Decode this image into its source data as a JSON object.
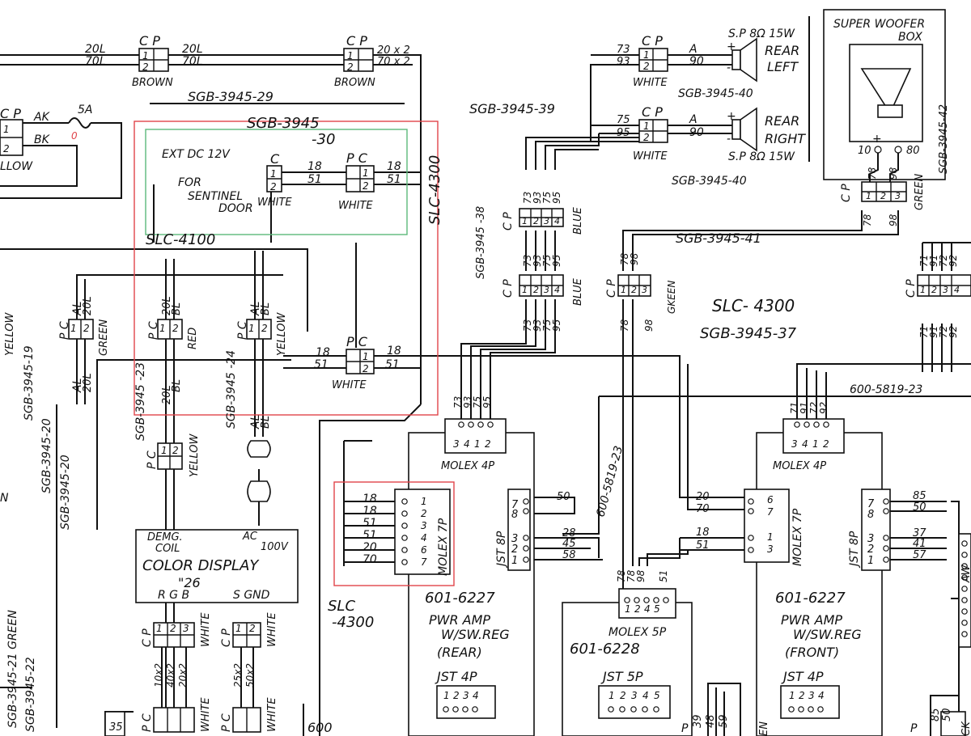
{
  "annotation_colors": {
    "red_box": "#e0454a",
    "green_box": "#5cb87a",
    "ink": "#111111"
  },
  "labels": {
    "cp": "C P",
    "pc": "P C",
    "c": "C",
    "p": "P",
    "w20L": "20L",
    "w70L": "70L",
    "w20x2": "20 x 2",
    "w70x2": "70 x 2",
    "brown": "BROWN",
    "white": "WHITE",
    "blue": "BLUE",
    "green": "GREEN",
    "gkeen": "GKEEN",
    "red": "RED",
    "yellow": "YELLOW",
    "yellow_cut": "LLOW",
    "w5a": "5A",
    "w0": "0",
    "ak": "AK",
    "bk": "BK",
    "al": "AL",
    "bl": "BL",
    "w18": "18",
    "w51": "51",
    "w20": "20",
    "w70": "70",
    "w73": "73",
    "w93": "93",
    "w75": "75",
    "w95": "95",
    "w71": "71",
    "w91": "91",
    "w72": "72",
    "w92": "92",
    "w78": "78",
    "w98": "98",
    "w10": "10",
    "w80": "80",
    "w85": "85",
    "w50": "50",
    "w37": "37",
    "w41": "41",
    "w57": "57",
    "w28": "28",
    "w45": "45",
    "w58": "58",
    "w39": "39",
    "w48": "48",
    "w59": "59",
    "w35": "35",
    "w600": "600",
    "a": "A",
    "w90": "90",
    "plus": "+",
    "minus": "-",
    "w10x2": "10x2",
    "w40x2": "40x2",
    "w20x2b": "20x2",
    "w25x2": "25x2",
    "w50x2": "50x2",
    "n1": "1",
    "n2": "2",
    "n3": "3",
    "n4": "4",
    "n5": "5",
    "n6": "6",
    "n7": "7",
    "n8": "8",
    "sgb29": "SGB-3945-29",
    "sgb30a": "SGB-3945",
    "sgb30b": "-30",
    "sgb39": "SGB-3945-39",
    "sgb40a": "SGB-3945-40",
    "sgb40b": "SGB-3945-40",
    "sgb41": "SGB-3945-41",
    "sgb37": "SGB-3945-37",
    "sgb42": "SGB-3945-42",
    "sgb38": "SGB-3945 -38",
    "sgb19": "SGB-3945-19",
    "sgb20": "SGB-3945-20",
    "sgb21": "SGB-3945-21 GREEN",
    "sgb22": "SGB-3945-22",
    "sgb23": "SGB-3945 -23",
    "sgb24": "SGB-3945 -24",
    "slc4300a": "SLC-4300",
    "slc4300b": "SLC- 4300",
    "slc4300c": "SLC",
    "slc4300d": "-4300",
    "slc4100": "SLC-4100",
    "w600_5819_23": "600-5819-23",
    "w600_5819_23b": "600-5819-23",
    "ext_dc_1": "EXT DC 12V",
    "ext_dc_2": "FOR",
    "ext_dc_3": "SENTINEL",
    "ext_dc_4": "DOOR",
    "sp_left": "S.P 8Ω 15W",
    "sp_right": "S.P 8Ω 15W",
    "rear": "REAR",
    "left": "LEFT",
    "rear2": "REAR",
    "right": "RIGHT",
    "subwoofer1": "SUPER WOOFER",
    "subwoofer2": "BOX",
    "molex4p": "MOLEX 4P",
    "molex4p_b": "MOLEX 4P",
    "molex7p": "MOLEX 7P",
    "molex7p_b": "MOLEX 7P",
    "molex5p": "MOLEX 5P",
    "jst8p": "JST 8P",
    "jst8p_b": "JST 8P",
    "jst4p": "JST 4P",
    "jst4p_b": "JST 4P",
    "jst5p": "JST 5P",
    "amp_rear_1": "601-6227",
    "amp_rear_2": "PWR AMP",
    "amp_rear_3": "W/SW.REG",
    "amp_rear_4": "(REAR)",
    "amp_front_1": "601-6227",
    "amp_front_2": "PWR AMP",
    "amp_front_3": "W/SW.REG",
    "amp_front_4": "(FRONT)",
    "amp_mid": "601-6228",
    "demg_1": "DEMG.",
    "demg_2": "COIL",
    "ac_1": "AC",
    "ac_2": "100V",
    "display_1": "COLOR DISPLAY",
    "display_2": "\"26",
    "rgb": "R G B",
    "sgnd": "S GND",
    "en": "EN",
    "ck": "CK",
    "aw": "AW",
    "w_n": "N"
  }
}
